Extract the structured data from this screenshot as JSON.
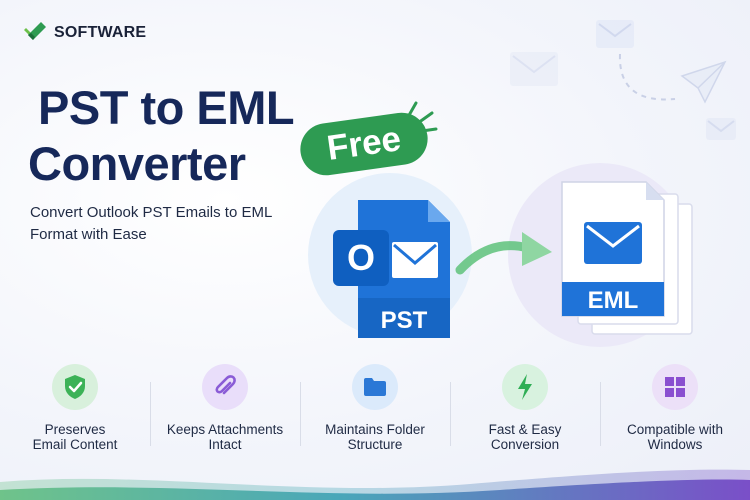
{
  "brand": {
    "name": "SOFTWARE"
  },
  "hero": {
    "title_line1": "PST to EML",
    "title_line2": "Converter",
    "badge": "Free",
    "subtitle": "Convert Outlook PST Emails to EML Format with Ease"
  },
  "diagram": {
    "source_label": "PST",
    "source_letter": "O",
    "target_label": "EML"
  },
  "features": [
    {
      "label": "Preserves\nEmail Content",
      "icon": "shield-check-icon",
      "bg": "#d8f0dc",
      "fg": "#3cb257"
    },
    {
      "label": "Keeps Attachments\nIntact",
      "icon": "paperclip-icon",
      "bg": "#e9defa",
      "fg": "#8a5cd6"
    },
    {
      "label": "Maintains Folder\nStructure",
      "icon": "folder-icon",
      "bg": "#dbeafb",
      "fg": "#2b78d6"
    },
    {
      "label": "Fast & Easy\nConversion",
      "icon": "lightning-icon",
      "bg": "#d8f2df",
      "fg": "#2fae55"
    },
    {
      "label": "Compatible with\nWindows",
      "icon": "windows-icon",
      "bg": "#ece0f8",
      "fg": "#8a4fd0"
    }
  ],
  "colors": {
    "title": "#16285a",
    "accent_blue": "#1f73d8",
    "badge_green": "#2e9b52",
    "wave_purple": "#7a4fc8"
  }
}
